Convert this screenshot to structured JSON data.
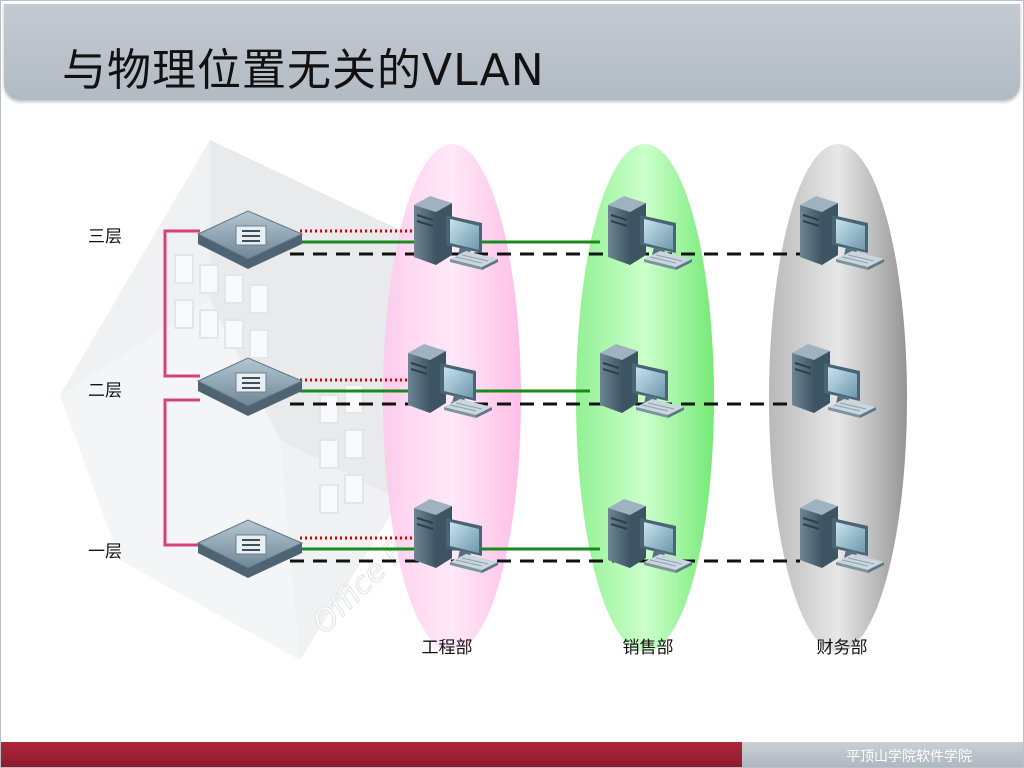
{
  "title": "与物理位置无关的VLAN",
  "floors": [
    {
      "label": "三层"
    },
    {
      "label": "二层"
    },
    {
      "label": "一层"
    }
  ],
  "departments": [
    {
      "label": "工程部",
      "color": "#ffb0e0"
    },
    {
      "label": "销售部",
      "color": "#66e066"
    },
    {
      "label": "财务部",
      "color": "#8c8c8c"
    }
  ],
  "background_building_text": "Office B",
  "links": {
    "trunk_color": "#d6417c",
    "vlan_dotted_color": "#d40000",
    "vlan_solid_color": "#1a8a1a",
    "vlan_dashed_color": "#111111"
  },
  "footer": {
    "text": "平顶山学院软件学院"
  }
}
